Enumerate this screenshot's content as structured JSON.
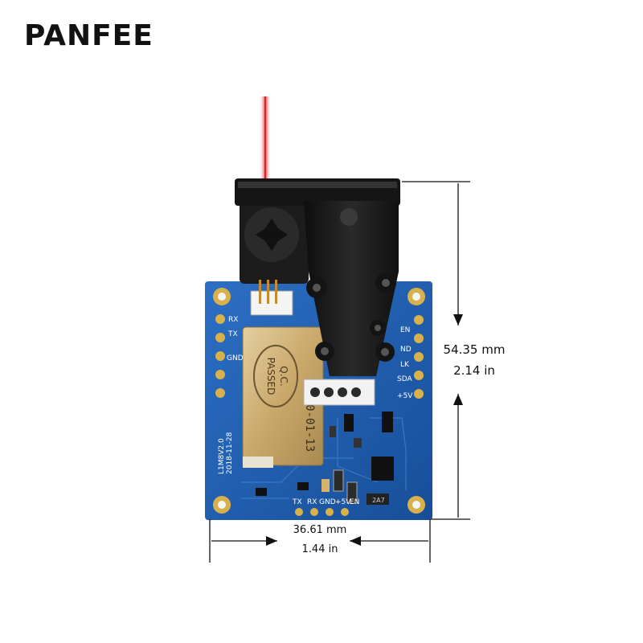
{
  "brand": {
    "name": "PANFEE"
  },
  "dimensions": {
    "height_mm": "54.35 mm",
    "height_in": "2.14 in",
    "width_mm": "36.61 mm",
    "width_in": "1.44 in"
  },
  "board": {
    "left_pins": [
      "RX",
      "TX",
      "GND"
    ],
    "right_pins": [
      "EN",
      "ND",
      "LK",
      "SDA",
      "+5V"
    ],
    "bottom_pins": [
      "TX",
      "RX",
      "GND",
      "+5V",
      "EN"
    ],
    "version_label": "L1M8V2.0",
    "date_label": "2018-11-28",
    "qc_line1": "Q.C.",
    "qc_line2": "PASSED",
    "shield_date": "2020-01-13",
    "chip_label": "2A7"
  },
  "colors": {
    "pcb_blue": "#1f5fb0",
    "module_black": "#1a1a1a",
    "laser_red": "#e8333a",
    "shield_gold": "#c9a86a"
  }
}
